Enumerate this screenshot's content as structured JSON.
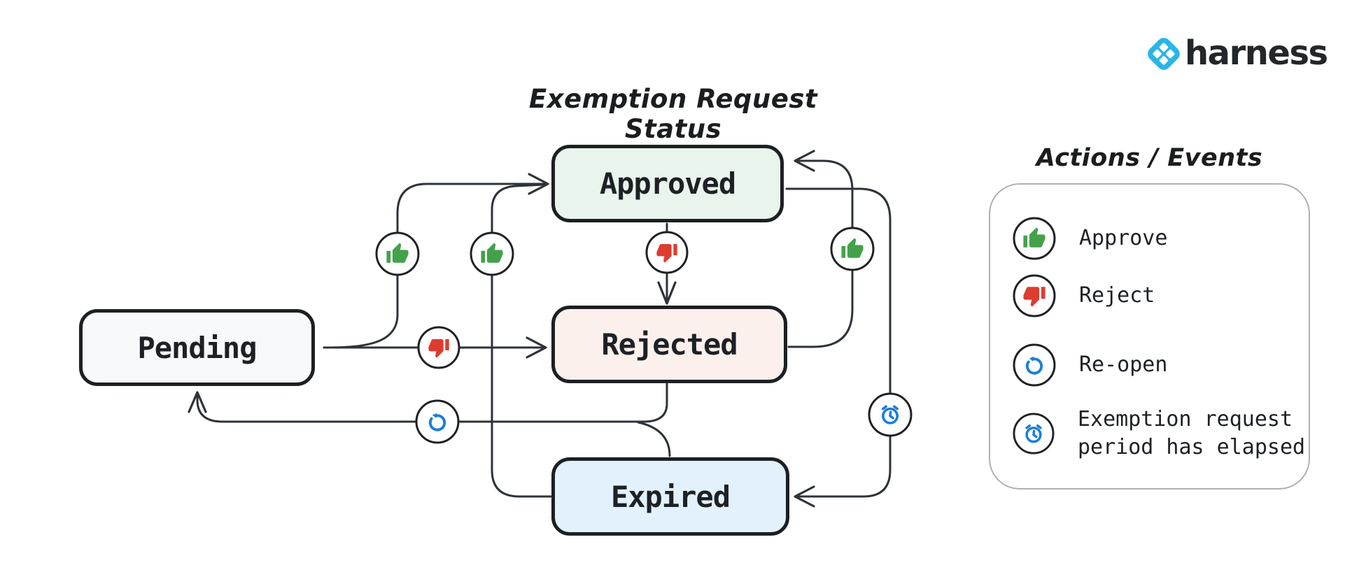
{
  "title": "Exemption Request Status",
  "brand": {
    "name": "harness",
    "logo_color": "#29b5e8",
    "text_color": "#23262a"
  },
  "diagram": {
    "states": [
      {
        "id": "pending",
        "label": "Pending",
        "fill": "#f7f9fb"
      },
      {
        "id": "approved",
        "label": "Approved",
        "fill": "#e9f5ec"
      },
      {
        "id": "rejected",
        "label": "Rejected",
        "fill": "#fcf0ed"
      },
      {
        "id": "expired",
        "label": "Expired",
        "fill": "#e2f1fb"
      }
    ],
    "transitions": [
      {
        "from": "Pending",
        "to": "Approved",
        "action": "Approve"
      },
      {
        "from": "Pending",
        "to": "Rejected",
        "action": "Reject"
      },
      {
        "from": "Approved",
        "to": "Rejected",
        "action": "Reject"
      },
      {
        "from": "Rejected",
        "to": "Approved",
        "action": "Approve"
      },
      {
        "from": "Expired",
        "to": "Approved",
        "action": "Approve"
      },
      {
        "from": "Approved",
        "to": "Expired",
        "action": "Exemption request period has elapsed"
      },
      {
        "from": "Rejected",
        "to": "Pending",
        "action": "Re-open"
      },
      {
        "from": "Expired",
        "to": "Pending",
        "action": "Re-open"
      }
    ]
  },
  "legend": {
    "title": "Actions / Events",
    "items": [
      {
        "icon": "thumb-up-icon",
        "label": "Approve",
        "color": "#44a14b"
      },
      {
        "icon": "thumb-down-icon",
        "label": "Reject",
        "color": "#dd3d30"
      },
      {
        "icon": "reopen-icon",
        "label": "Re-open",
        "color": "#1c7ed6"
      },
      {
        "icon": "alarm-clock-icon",
        "label": "Exemption request period has elapsed",
        "color": "#1c7ed6"
      }
    ]
  }
}
